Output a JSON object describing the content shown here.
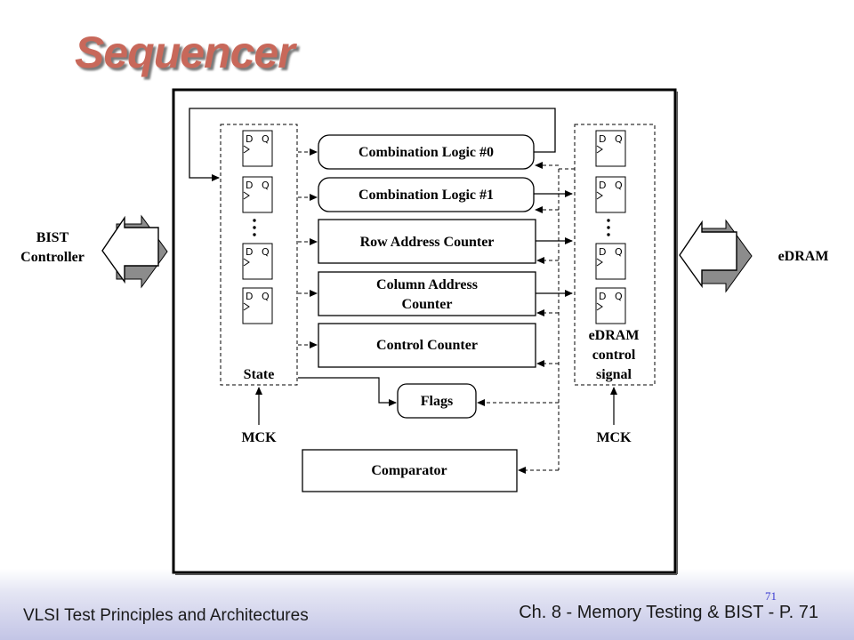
{
  "slide": {
    "title": "Sequencer",
    "footer_left": "VLSI Test Principles and Architectures",
    "footer_right": "Ch. 8 - Memory Testing & BIST - P. 71",
    "page_small": "71"
  },
  "diagram": {
    "external_left": [
      "BIST",
      "Controller"
    ],
    "external_right": "eDRAM",
    "blocks": {
      "comb0": "Combination Logic #0",
      "comb1": "Combination Logic #1",
      "row_counter": "Row Address Counter",
      "col_counter": [
        "Column Address",
        "Counter"
      ],
      "control_counter": "Control Counter",
      "flags": "Flags",
      "comparator": "Comparator"
    },
    "left_register_label": "State",
    "right_register_label": [
      "eDRAM",
      "control",
      "signal"
    ],
    "clock_left": "MCK",
    "clock_right": "MCK",
    "ff_d": "D",
    "ff_q": "Q"
  }
}
